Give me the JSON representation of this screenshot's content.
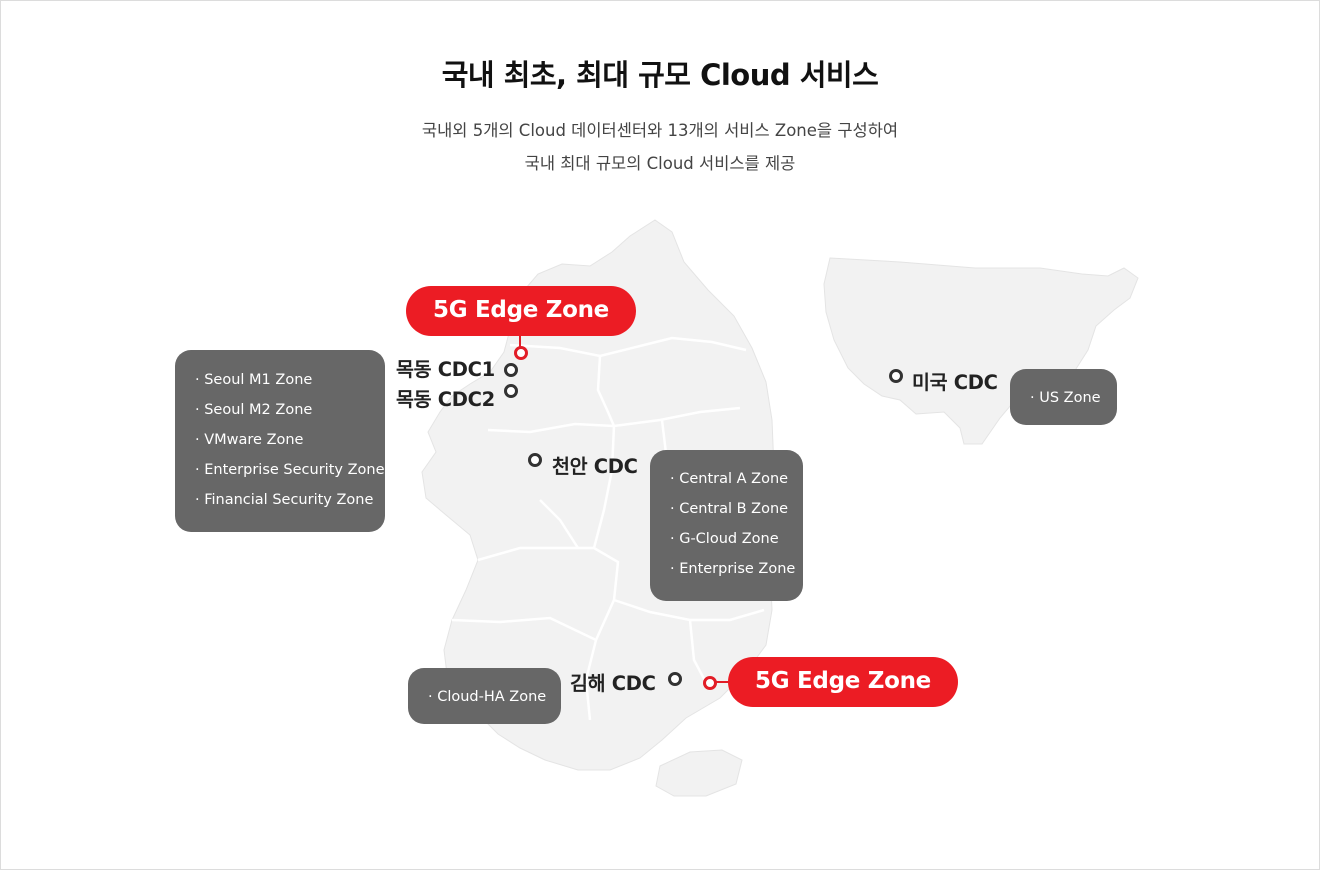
{
  "title": "국내 최초, 최대 규모 Cloud 서비스",
  "subtitle_line1": "국내외 5개의 Cloud 데이터센터와 13개의 서비스 Zone을 구성하여",
  "subtitle_line2": "국내 최대 규모의 Cloud 서비스를 제공",
  "edge_zone_top": "5G Edge Zone",
  "edge_zone_bottom": "5G Edge Zone",
  "centers": {
    "mokdong1": "목동 CDC1",
    "mokdong2": "목동 CDC2",
    "cheonan": "천안 CDC",
    "gimhae": "김해 CDC",
    "us": "미국 CDC"
  },
  "zones": {
    "seoul": [
      "· Seoul M1 Zone",
      "· Seoul M2 Zone",
      "· VMware Zone",
      "· Enterprise Security Zone",
      "· Financial Security Zone"
    ],
    "cheonan": [
      "· Central A Zone",
      "· Central B Zone",
      "· G-Cloud Zone",
      "· Enterprise Zone"
    ],
    "gimhae": [
      "· Cloud-HA Zone"
    ],
    "us": [
      "· US Zone"
    ]
  },
  "colors": {
    "accent": "#ec1c24",
    "box": "#676767",
    "land": "#f2f2f2",
    "border": "#ffffff"
  }
}
